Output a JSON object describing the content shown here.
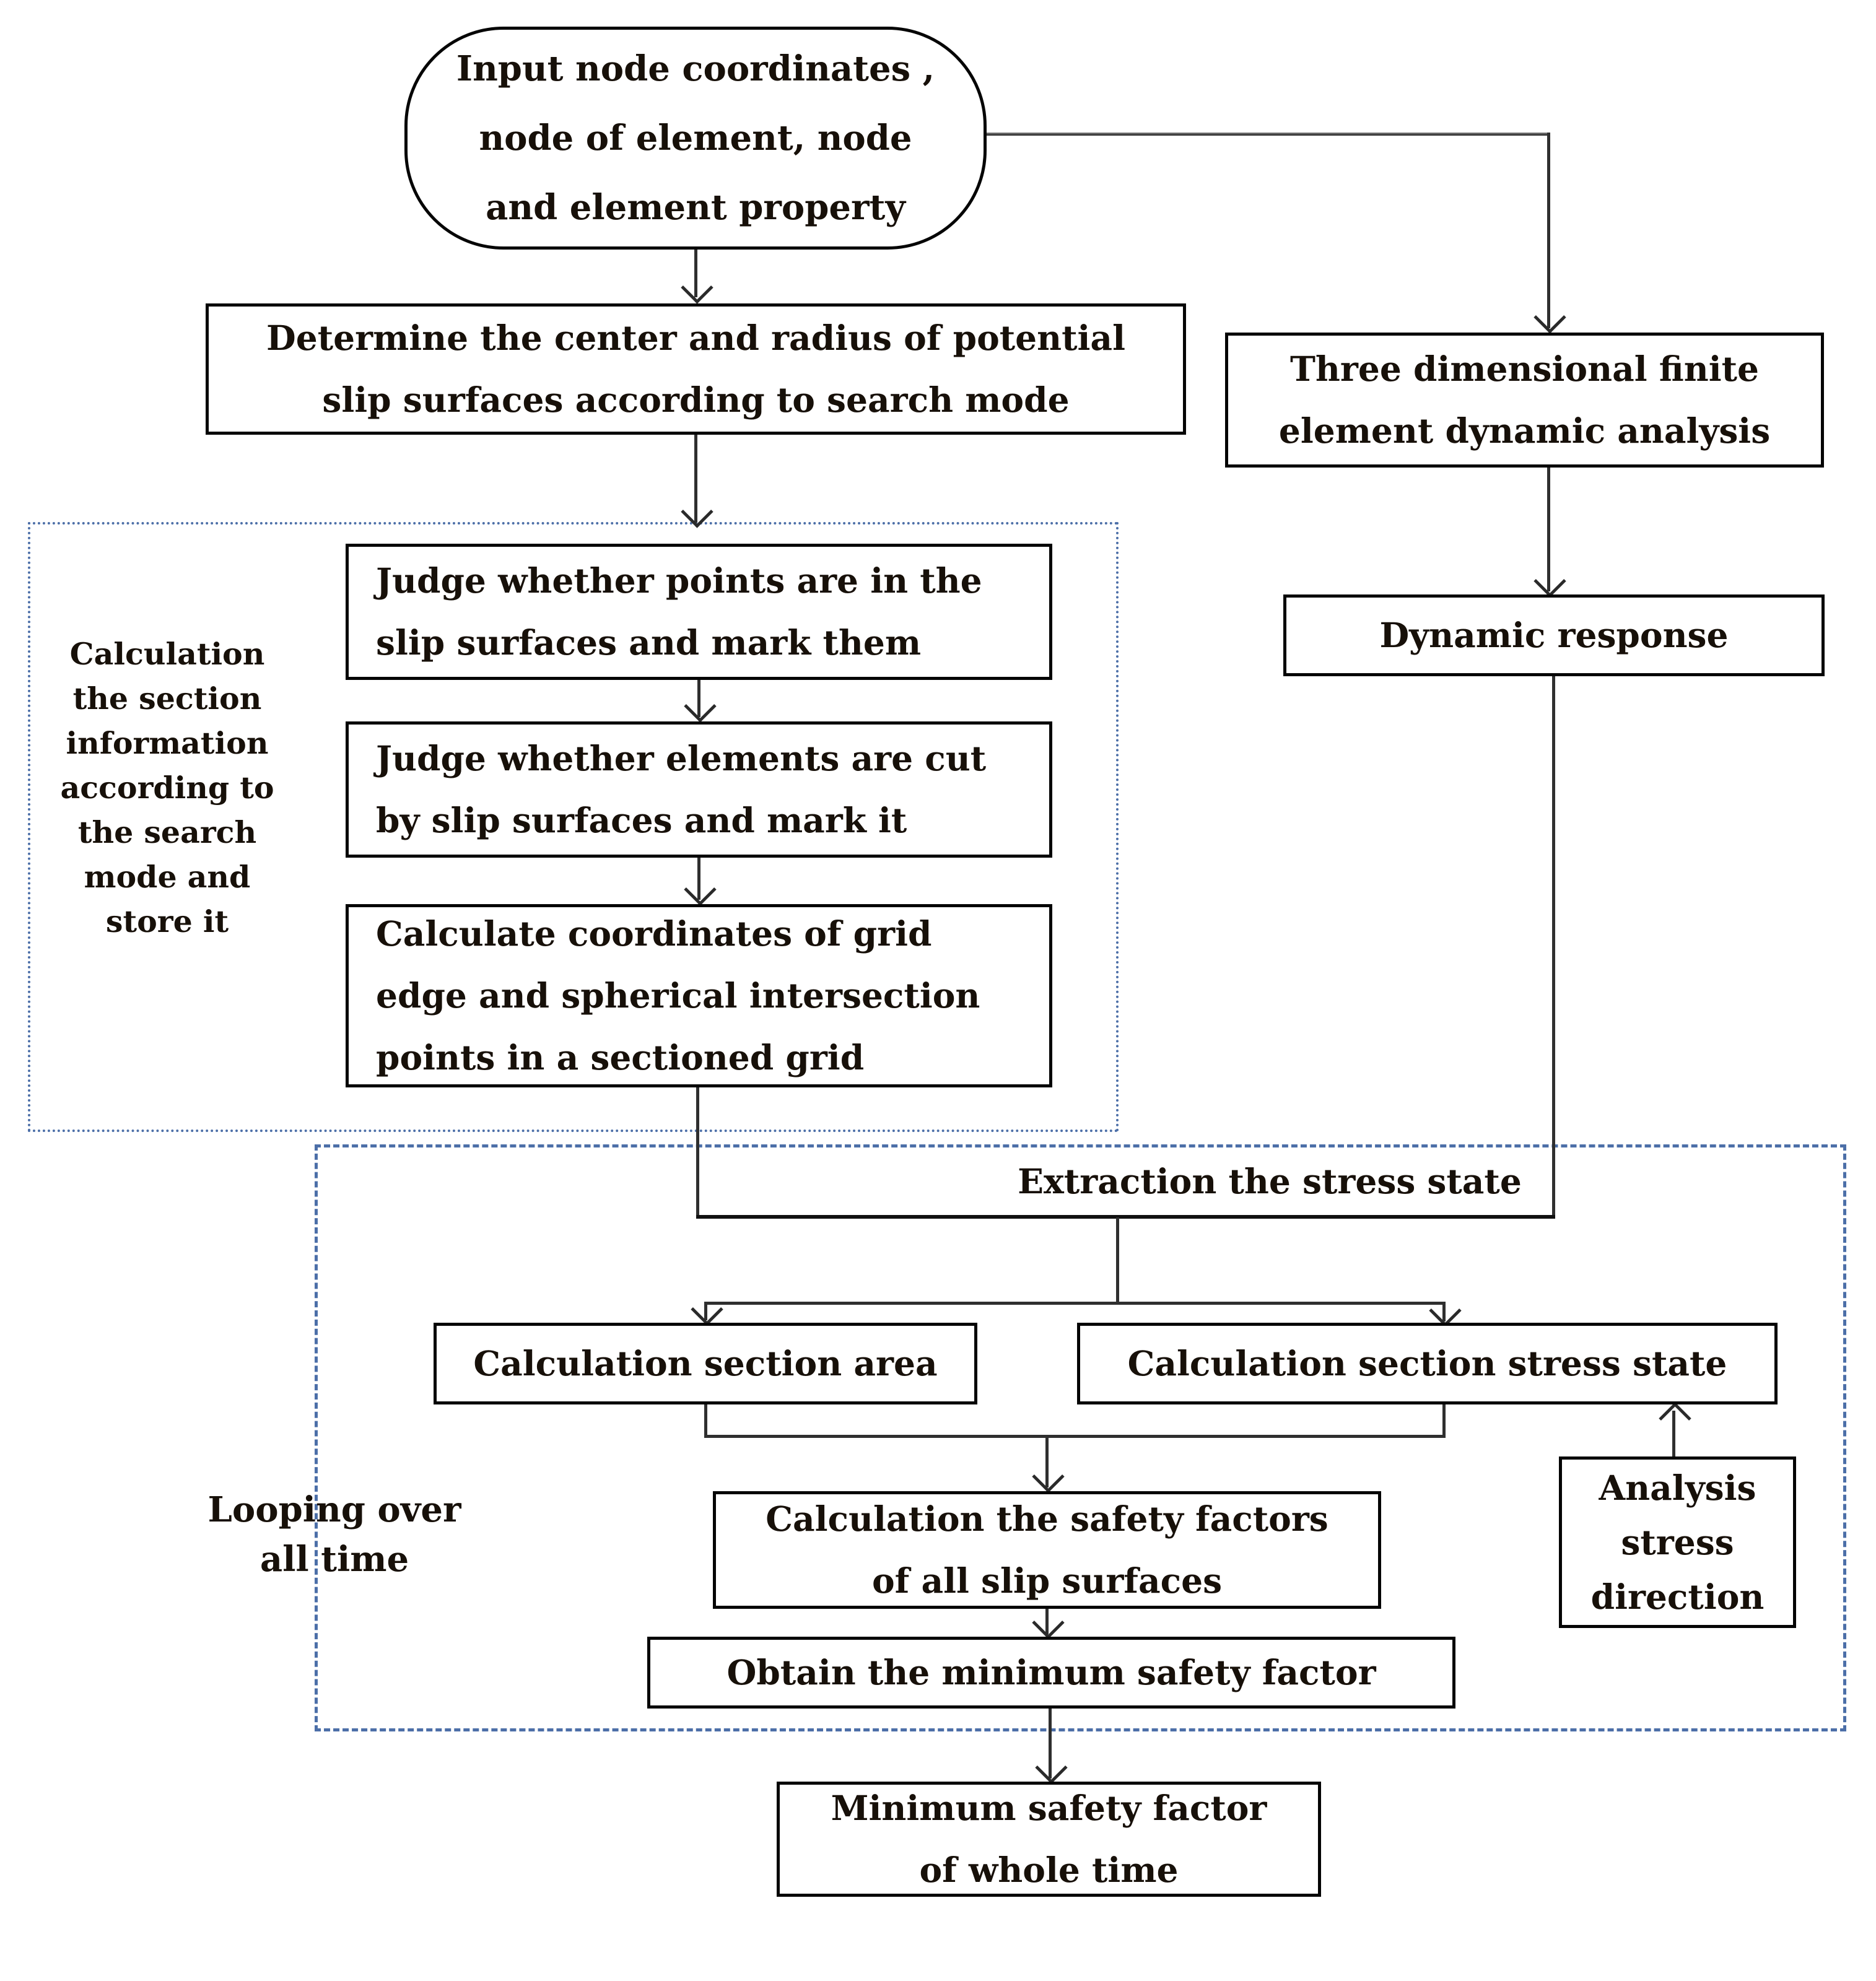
{
  "figure": {
    "background": "#ffffff",
    "border_color": "#050505",
    "connector_color": "#2f2f2f",
    "group_border_blue": "#4c6fa8",
    "text_color": "#171009"
  },
  "nodes": {
    "input": {
      "lines": [
        "Input node coordinates ,",
        "node of element, node",
        "and element property"
      ]
    },
    "determine": {
      "lines": [
        "Determine the center and radius of potential",
        "slip surfaces according to search mode"
      ]
    },
    "fem": {
      "lines": [
        "Three dimensional finite",
        "element dynamic analysis"
      ]
    },
    "dynamic": {
      "lines": [
        "Dynamic response"
      ]
    },
    "judge_points": {
      "lines": [
        "Judge whether points are in the",
        "slip surfaces and mark them"
      ]
    },
    "judge_elements": {
      "lines": [
        "Judge whether elements are cut",
        "by slip surfaces and mark it"
      ]
    },
    "calc_coords": {
      "lines": [
        "Calculate coordinates of grid",
        "edge and spherical intersection",
        "points in a sectioned grid"
      ]
    },
    "extraction": {
      "lines": [
        "Extraction the stress state"
      ]
    },
    "calc_area": {
      "lines": [
        "Calculation section area"
      ]
    },
    "calc_stress": {
      "lines": [
        "Calculation section stress state"
      ]
    },
    "safety_factors": {
      "lines": [
        "Calculation the safety factors",
        "of all slip surfaces"
      ]
    },
    "obtain_min": {
      "lines": [
        "Obtain the minimum safety factor"
      ]
    },
    "analysis_dir": {
      "lines": [
        "Analysis",
        "stress",
        "direction"
      ]
    },
    "min_whole": {
      "lines": [
        "Minimum safety factor",
        "of whole time"
      ]
    }
  },
  "groups": {
    "section_info": {
      "label_lines": [
        "Calculation",
        "the section",
        "information",
        "according to",
        "the search",
        "mode and",
        "store it"
      ]
    },
    "looping": {
      "label_lines": [
        "Looping over",
        "all time"
      ]
    }
  }
}
